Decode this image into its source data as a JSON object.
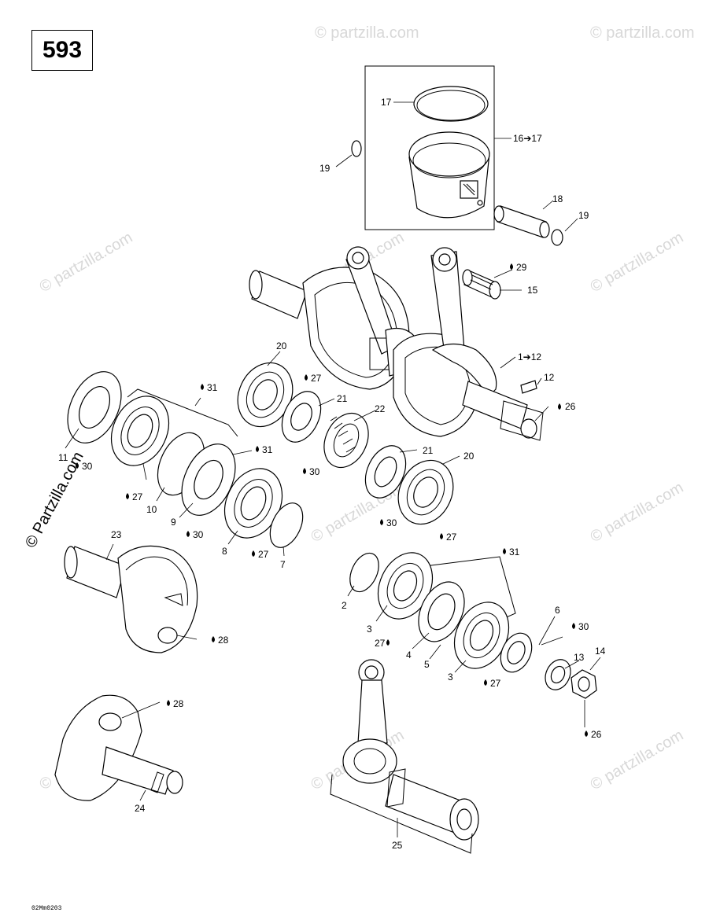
{
  "page_number": "593",
  "footer_code": "02Mm0203",
  "watermark_side": "© Partzilla.com",
  "watermark_repeat": "© partzilla.com",
  "drop_glyph": "💧",
  "callouts": {
    "c17": "17",
    "c16": "16➔17",
    "c19a": "19",
    "c18": "18",
    "c19b": "19",
    "c29": "29",
    "c15": "15",
    "c1": "1➔12",
    "c12": "12",
    "c26a": "26",
    "c20a": "20",
    "c27a": "27",
    "c31a": "31",
    "c21a": "21",
    "c22": "22",
    "c31b": "31",
    "c30a": "30",
    "c11": "11",
    "c30b": "30",
    "c27b": "27",
    "c10": "10",
    "c9": "9",
    "c30c": "30",
    "c8": "8",
    "c27c": "27",
    "c7": "7",
    "c21b": "21",
    "c20b": "20",
    "c30d": "30",
    "c27d": "27",
    "c23": "23",
    "c28a": "28",
    "c31c": "31",
    "c2": "2",
    "c3a": "3",
    "c27e": "27",
    "c4": "4",
    "c5": "5",
    "c6": "6",
    "c30e": "30",
    "c3b": "3",
    "c27f": "27",
    "c13": "13",
    "c14": "14",
    "c26b": "26",
    "c28b": "28",
    "c24": "24",
    "c25": "25"
  }
}
